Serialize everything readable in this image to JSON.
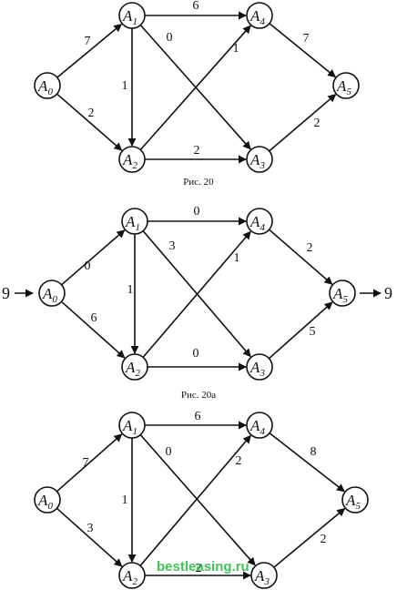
{
  "diagrams": [
    {
      "caption": "Рис. 20",
      "edges": [
        {
          "from": "A0",
          "to": "A1",
          "weight": "7"
        },
        {
          "from": "A0",
          "to": "A2",
          "weight": "2"
        },
        {
          "from": "A1",
          "to": "A4",
          "weight": "6"
        },
        {
          "from": "A1",
          "to": "A3",
          "weight": "0"
        },
        {
          "from": "A1",
          "to": "A2",
          "weight": "1"
        },
        {
          "from": "A2",
          "to": "A4",
          "weight": "1"
        },
        {
          "from": "A2",
          "to": "A3",
          "weight": "2"
        },
        {
          "from": "A4",
          "to": "A5",
          "weight": "7"
        },
        {
          "from": "A3",
          "to": "A5",
          "weight": "2"
        }
      ]
    },
    {
      "caption": "Рис. 20а",
      "source_value": "9",
      "sink_value": "9",
      "edges": [
        {
          "from": "A0",
          "to": "A1",
          "weight": "0"
        },
        {
          "from": "A0",
          "to": "A2",
          "weight": "6"
        },
        {
          "from": "A1",
          "to": "A4",
          "weight": "0"
        },
        {
          "from": "A1",
          "to": "A3",
          "weight": "3"
        },
        {
          "from": "A1",
          "to": "A2",
          "weight": "1"
        },
        {
          "from": "A2",
          "to": "A4",
          "weight": "1"
        },
        {
          "from": "A2",
          "to": "A3",
          "weight": "0"
        },
        {
          "from": "A4",
          "to": "A5",
          "weight": "2"
        },
        {
          "from": "A3",
          "to": "A5",
          "weight": "5"
        }
      ]
    },
    {
      "caption": "",
      "edges": [
        {
          "from": "A0",
          "to": "A1",
          "weight": "7"
        },
        {
          "from": "A0",
          "to": "A2",
          "weight": "3"
        },
        {
          "from": "A1",
          "to": "A4",
          "weight": "6"
        },
        {
          "from": "A1",
          "to": "A3",
          "weight": "0"
        },
        {
          "from": "A1",
          "to": "A2",
          "weight": "1"
        },
        {
          "from": "A2",
          "to": "A4",
          "weight": "2"
        },
        {
          "from": "A2",
          "to": "A3",
          "weight": "2"
        },
        {
          "from": "A4",
          "to": "A5",
          "weight": "8"
        },
        {
          "from": "A3",
          "to": "A5",
          "weight": "2"
        }
      ]
    }
  ],
  "node_labels": {
    "A0": {
      "letter": "A",
      "sub": "0"
    },
    "A1": {
      "letter": "A",
      "sub": "1"
    },
    "A2": {
      "letter": "A",
      "sub": "2"
    },
    "A3": {
      "letter": "A",
      "sub": "3"
    },
    "A4": {
      "letter": "A",
      "sub": "4"
    },
    "A5": {
      "letter": "A",
      "sub": "5"
    }
  },
  "watermark": "bestleasing.ru",
  "colors": {
    "ink": "#111111",
    "watermark": "#44c25a"
  }
}
